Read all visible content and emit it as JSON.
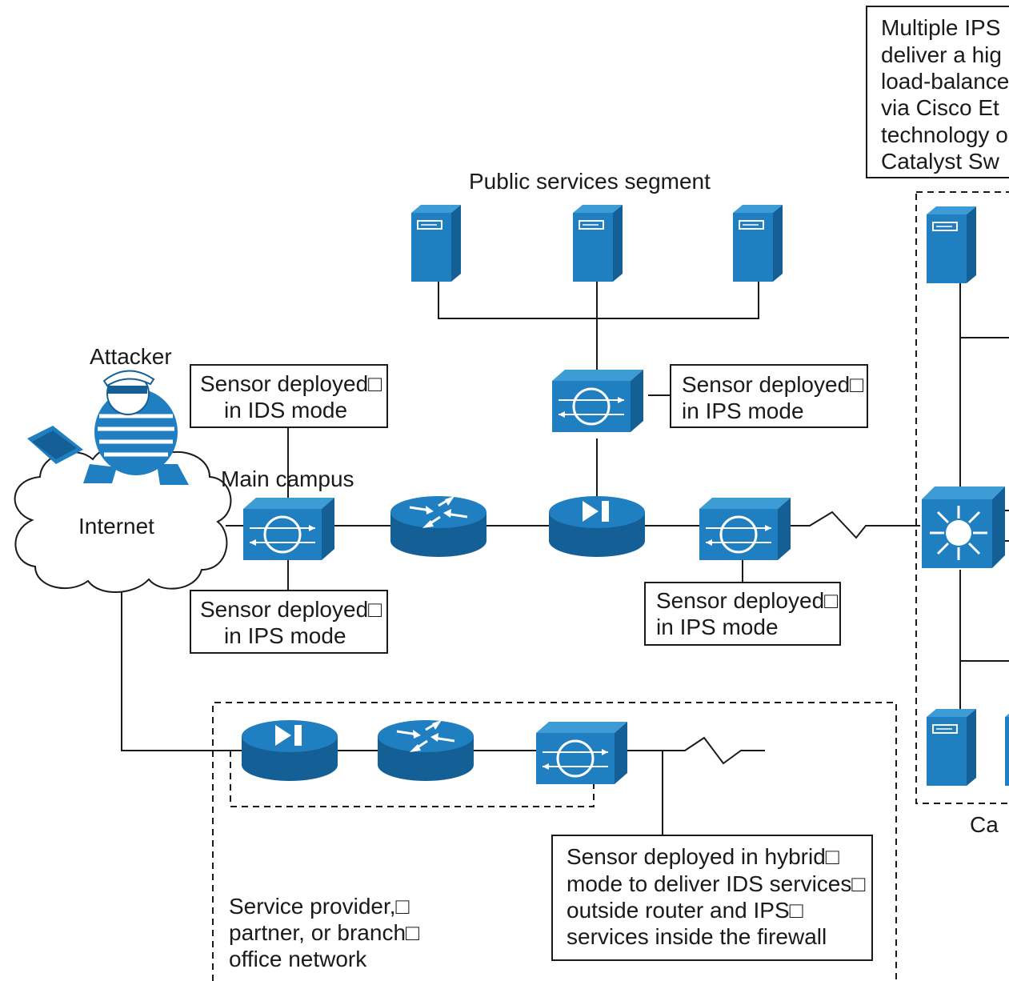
{
  "diagram": {
    "labels": {
      "attacker": "Attacker",
      "internet": "Internet",
      "main_campus": "Main campus",
      "public_services": "Public services segment",
      "campus_cut": "Ca",
      "service_provider": [
        "Service provider,□",
        "partner, or branch□",
        "office network"
      ]
    },
    "callouts": {
      "ids_top": [
        "Sensor deployed□",
        "in IDS mode"
      ],
      "ips_bottom_left": [
        "Sensor deployed□",
        "in IPS mode"
      ],
      "ips_top_right": [
        "Sensor deployed□",
        "in IPS mode"
      ],
      "ips_mid_right": [
        "Sensor deployed□",
        "in IPS mode"
      ],
      "hybrid": [
        "Sensor deployed in hybrid□",
        "mode to deliver IDS services□",
        "outside router and IPS□",
        "services inside the firewall"
      ],
      "multiple_ips": [
        "Multiple IPS",
        "deliver a hig",
        "load-balance",
        "via Cisco Et",
        "technology o",
        "Catalyst Sw"
      ]
    },
    "colors": {
      "device_blue": "#1f7fc0",
      "device_top": "#3d9bd6",
      "device_dark": "#145f96"
    }
  }
}
